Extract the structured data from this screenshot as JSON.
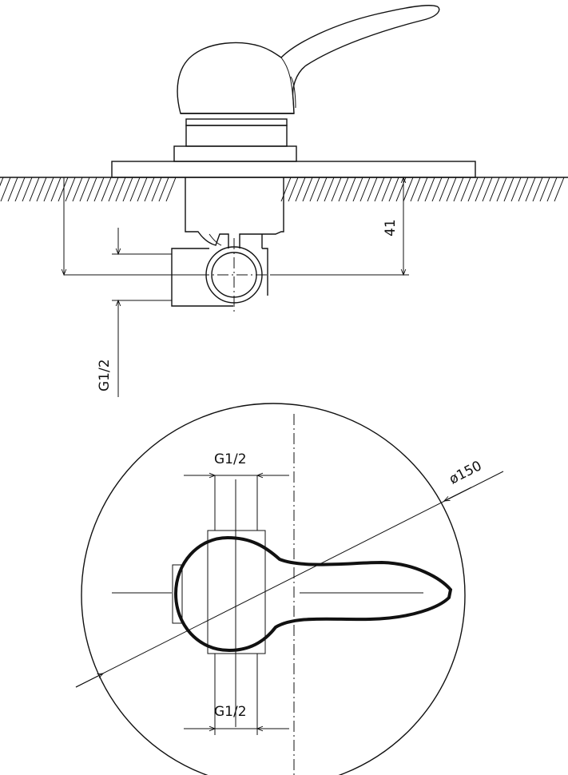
{
  "side_view": {
    "depth_dimension": "41",
    "thread_dimension": "G1/2"
  },
  "top_view": {
    "thread_dimension_top": "G1/2",
    "thread_dimension_bottom": "G1/2",
    "diameter_dimension": "ø150"
  }
}
